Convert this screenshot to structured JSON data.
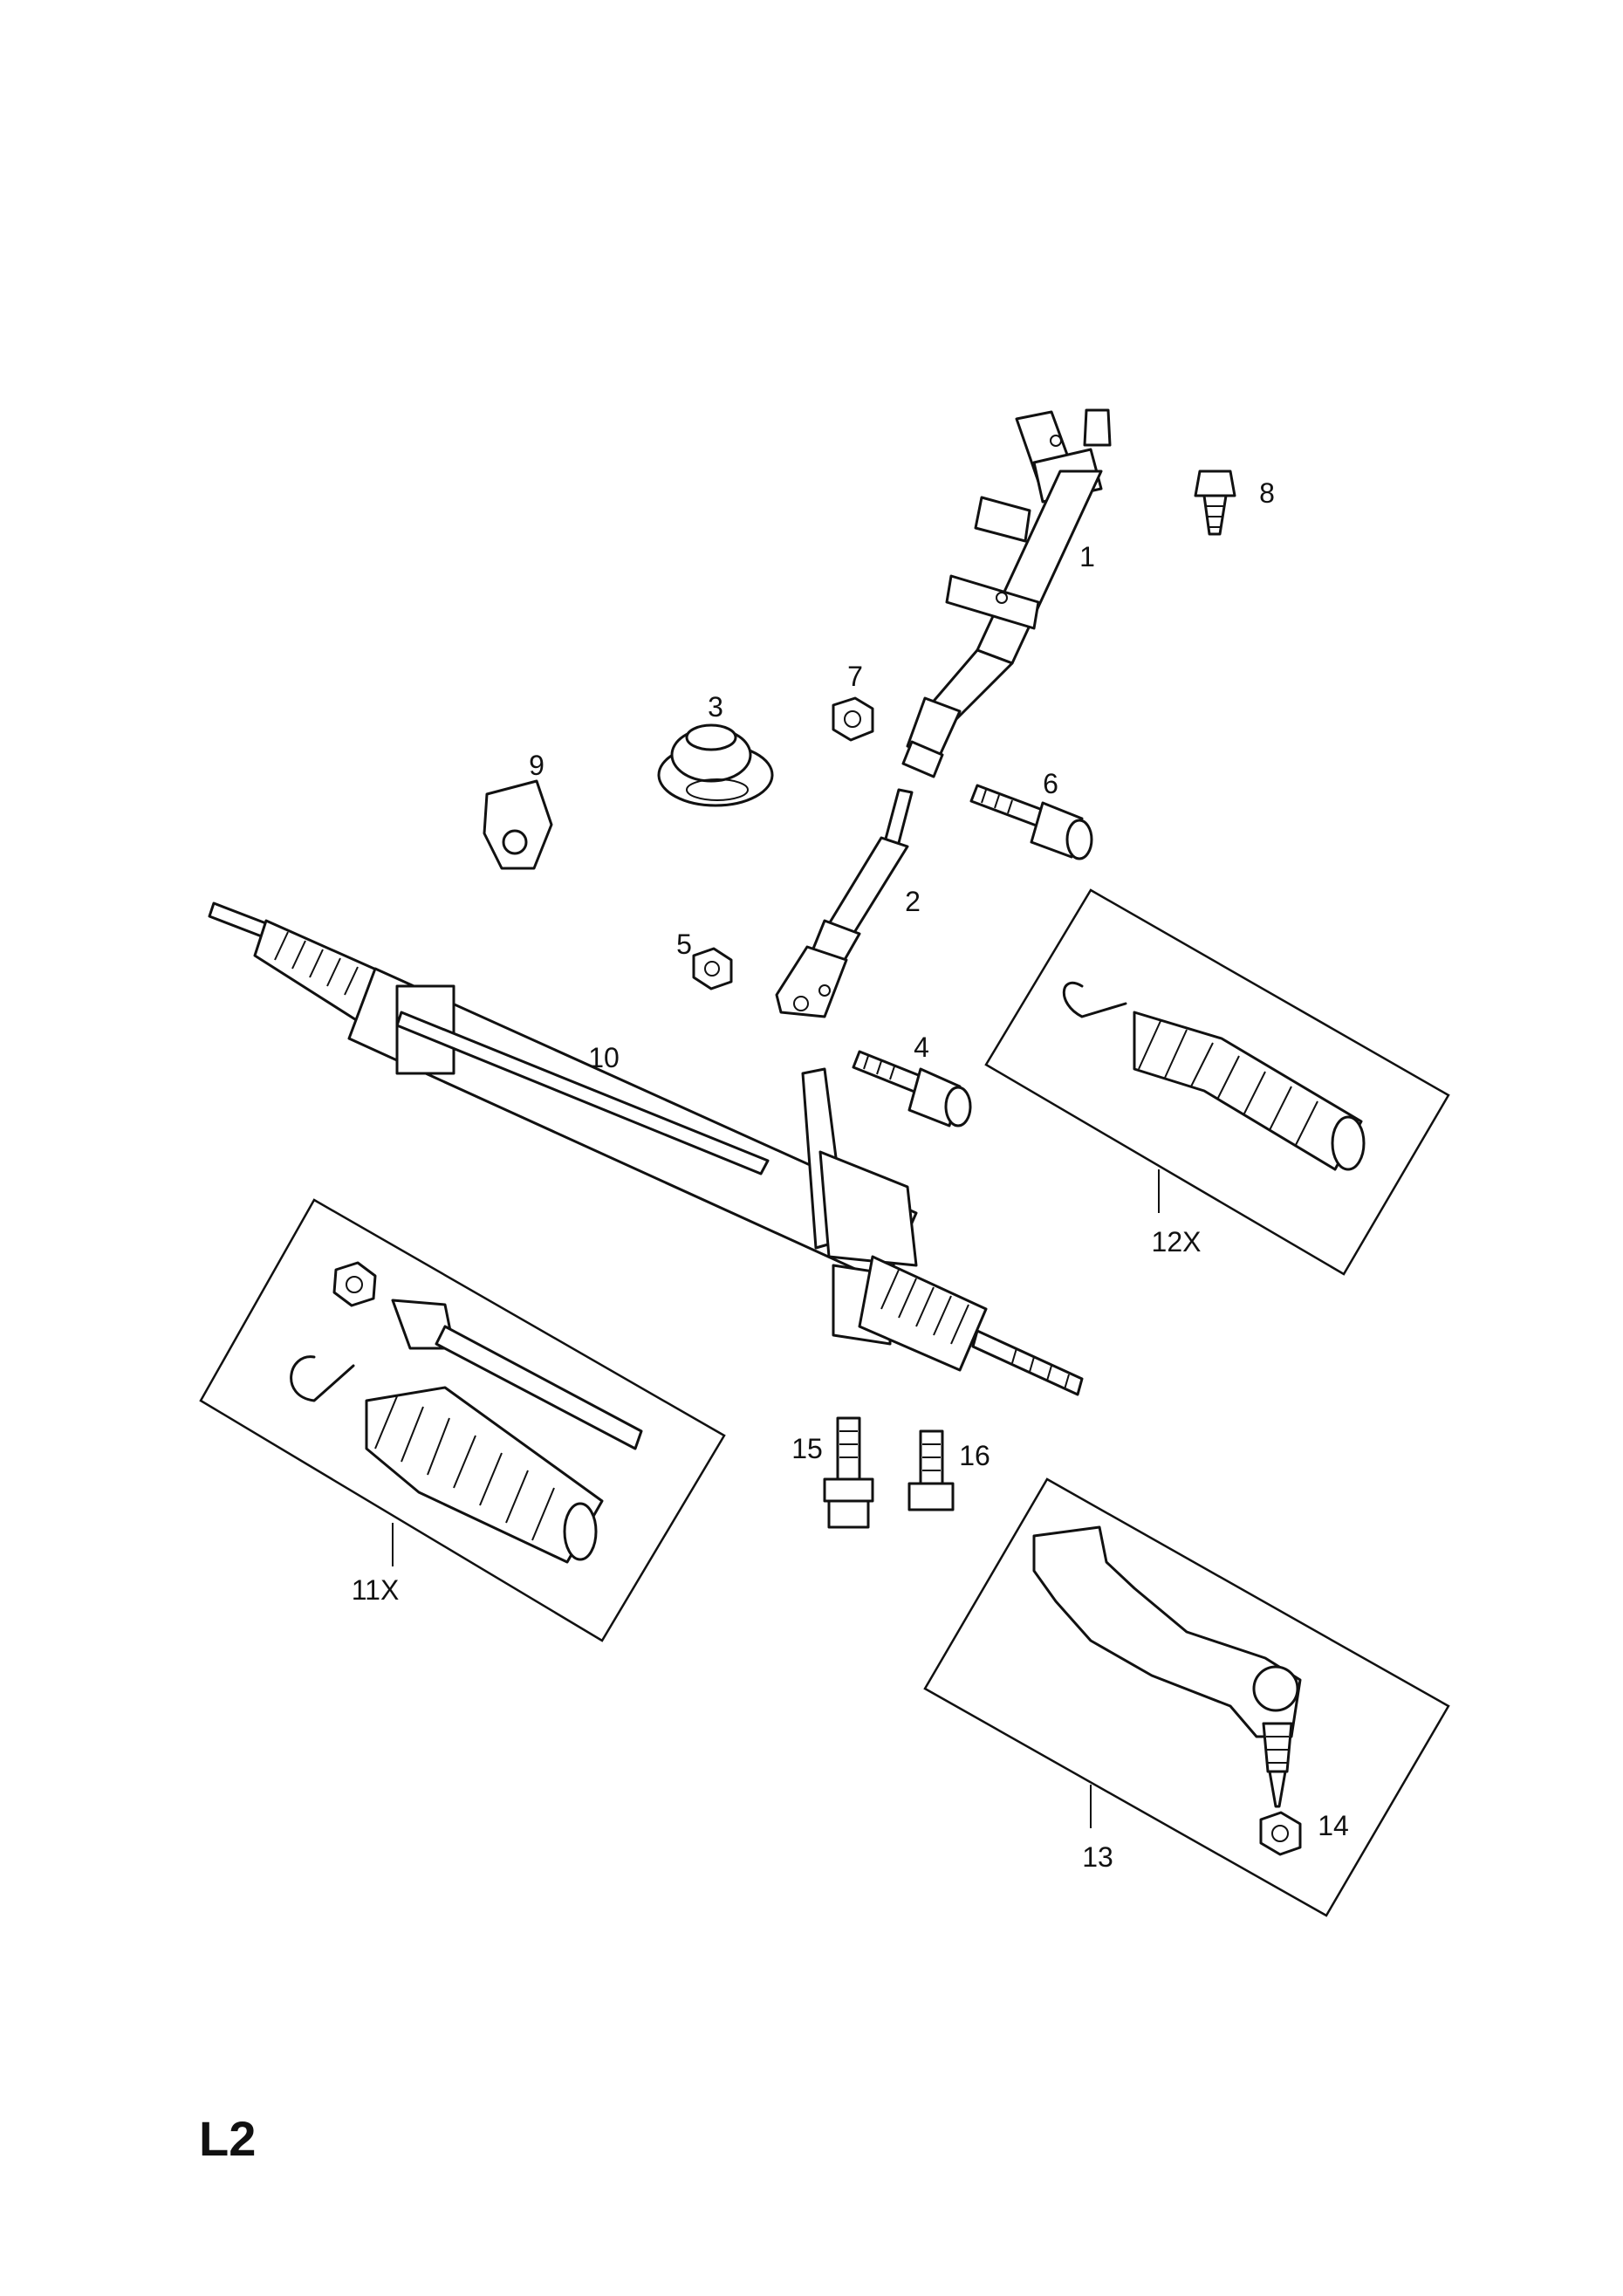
{
  "sheet": {
    "code": "L2"
  },
  "callouts": [
    {
      "id": "1",
      "label": "1"
    },
    {
      "id": "2",
      "label": "2"
    },
    {
      "id": "3",
      "label": "3"
    },
    {
      "id": "4",
      "label": "4"
    },
    {
      "id": "5",
      "label": "5"
    },
    {
      "id": "6",
      "label": "6"
    },
    {
      "id": "7",
      "label": "7"
    },
    {
      "id": "8",
      "label": "8"
    },
    {
      "id": "9",
      "label": "9"
    },
    {
      "id": "10",
      "label": "10"
    },
    {
      "id": "11X",
      "label": "11X"
    },
    {
      "id": "12X",
      "label": "12X"
    },
    {
      "id": "13",
      "label": "13"
    },
    {
      "id": "14",
      "label": "14"
    },
    {
      "id": "15",
      "label": "15"
    },
    {
      "id": "16",
      "label": "16"
    }
  ]
}
